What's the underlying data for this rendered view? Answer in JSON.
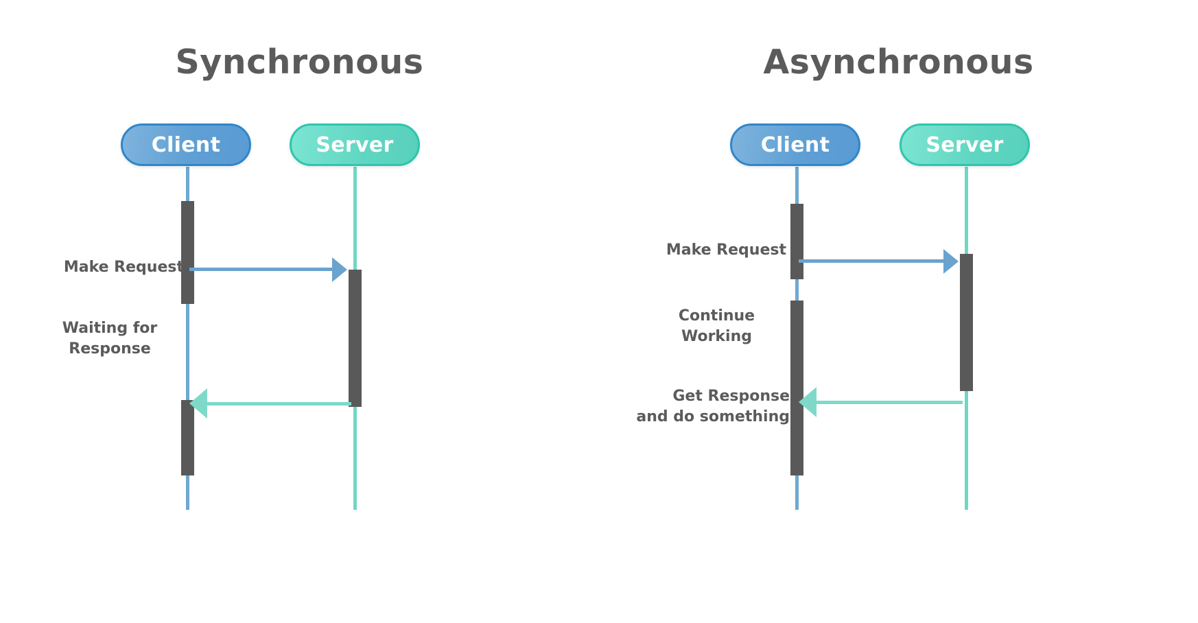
{
  "diagram": {
    "type": "uml-sequence-diagram",
    "background_color": "#ffffff",
    "title_color": "#5b5b5b",
    "label_color": "#5b5b5b",
    "activation_color": "#595959",
    "client_color": "#5b9bd5",
    "client_border_color": "#2f86c9",
    "server_color": "#58d0ba",
    "server_border_color": "#2ec4ae",
    "request_arrow_color": "#6ba3cf",
    "response_arrow_color": "#7ed9c8"
  },
  "panels": [
    {
      "id": "synchronous",
      "title": "Synchronous",
      "actors": [
        {
          "id": "client",
          "label": "Client"
        },
        {
          "id": "server",
          "label": "Server"
        }
      ],
      "messages": [
        {
          "id": "make-request",
          "label": "Make Request",
          "from": "client",
          "to": "server",
          "direction": "right",
          "kind": "request"
        },
        {
          "id": "waiting-for-response",
          "label": "Waiting for\nResponse",
          "from": "client",
          "to": "client",
          "direction": "none",
          "kind": "note"
        },
        {
          "id": "return-response",
          "label": "",
          "from": "server",
          "to": "client",
          "direction": "left",
          "kind": "response"
        }
      ]
    },
    {
      "id": "asynchronous",
      "title": "Asynchronous",
      "actors": [
        {
          "id": "client",
          "label": "Client"
        },
        {
          "id": "server",
          "label": "Server"
        }
      ],
      "messages": [
        {
          "id": "make-request",
          "label": "Make Request",
          "from": "client",
          "to": "server",
          "direction": "right",
          "kind": "request"
        },
        {
          "id": "continue-working",
          "label": "Continue\nWorking",
          "from": "client",
          "to": "client",
          "direction": "none",
          "kind": "note"
        },
        {
          "id": "get-response",
          "label": "Get Response\nand do something",
          "from": "server",
          "to": "client",
          "direction": "left",
          "kind": "response"
        }
      ]
    }
  ]
}
